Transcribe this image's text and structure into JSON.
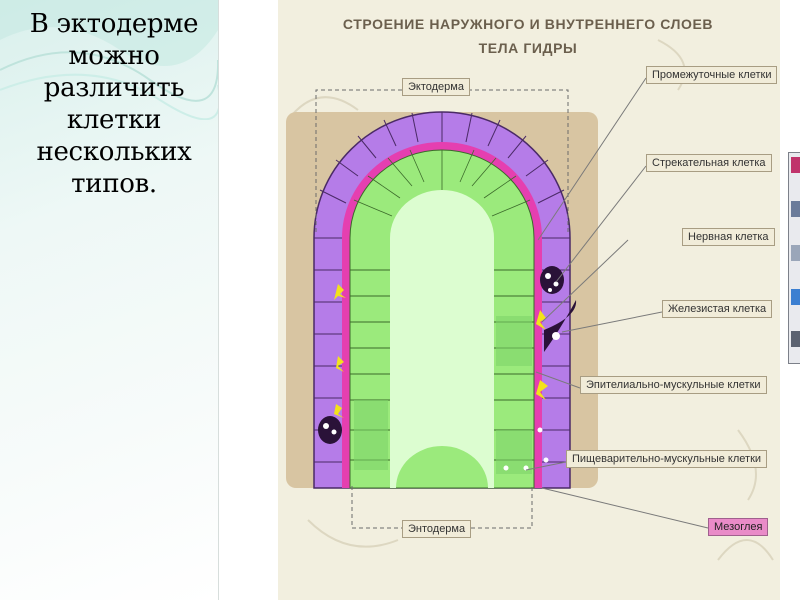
{
  "slide": {
    "text": "В эктодерме можно различить клетки нескольких типов."
  },
  "figure": {
    "title": "СТРОЕНИЕ НАРУЖНОГО И ВНУТРЕННЕГО СЛОЕВ\nТЕЛА ГИДРЫ",
    "labels": {
      "ectoderm": "Эктодерма",
      "endoderm": "Энтодерма",
      "intermediate": "Промежуточные клетки",
      "stinging": "Стрекательная клетка",
      "nerve": "Нервная клетка",
      "glandular": "Железистая клетка",
      "epithelial_muscle": "Эпителиально-мускульные клетки",
      "digestive_muscle": "Пищеварительно-мускульные клетки",
      "mesoglea": "Мезоглея"
    }
  },
  "colors": {
    "ectoderm": "#b57ce8",
    "ectoderm_dark": "#8a3fc0",
    "mesoglea": "#e53fb0",
    "endoderm": "#9bea7c",
    "endoderm_light": "#dcfdd0",
    "background_box": "#d8c5a2"
  }
}
